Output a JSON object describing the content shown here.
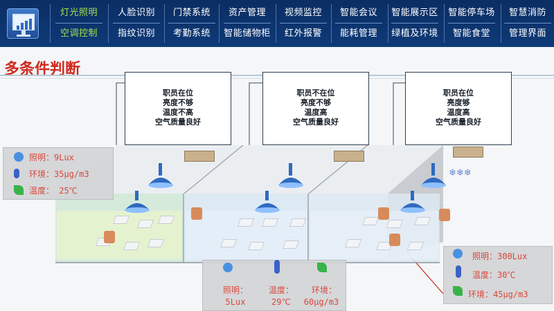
{
  "nav": {
    "row1": [
      "灯光照明",
      "人脸识别",
      "门禁系统",
      "资产管理",
      "视频监控",
      "智能会议",
      "智能展示区",
      "智能停车场",
      "智慧消防"
    ],
    "row2": [
      "空调控制",
      "指纹识别",
      "考勤系统",
      "智能储物柜",
      "红外报警",
      "能耗管理",
      "绿植及环境",
      "智能食堂",
      "管理界面"
    ]
  },
  "page": {
    "title": "多条件判断"
  },
  "callouts": [
    {
      "lines": [
        "职员在位",
        "亮度不够",
        "温度不高",
        "空气质量良好"
      ]
    },
    {
      "lines": [
        "职员不在位",
        "亮度不够",
        "温度高",
        "空气质量良好"
      ]
    },
    {
      "lines": [
        "职员在位",
        "亮度够",
        "温度高",
        "空气质量良好"
      ]
    }
  ],
  "room_left": {
    "lines": [
      "照明：9Lux",
      "环境：35μg/m3",
      "温度： 25℃"
    ]
  },
  "room_middle": {
    "labels": [
      "照明：",
      "温度：",
      "环境："
    ],
    "values": [
      "5Lux",
      "29℃",
      "60μg/m3"
    ]
  },
  "room_right": {
    "lines": [
      "照明：300Lux",
      "温度：30℃",
      "环境：45μg/m3"
    ]
  },
  "colors": {
    "nav_bg": "#0b2e63",
    "active": "#a2e24a",
    "title": "#d02a1f",
    "status": "#d9483b"
  }
}
